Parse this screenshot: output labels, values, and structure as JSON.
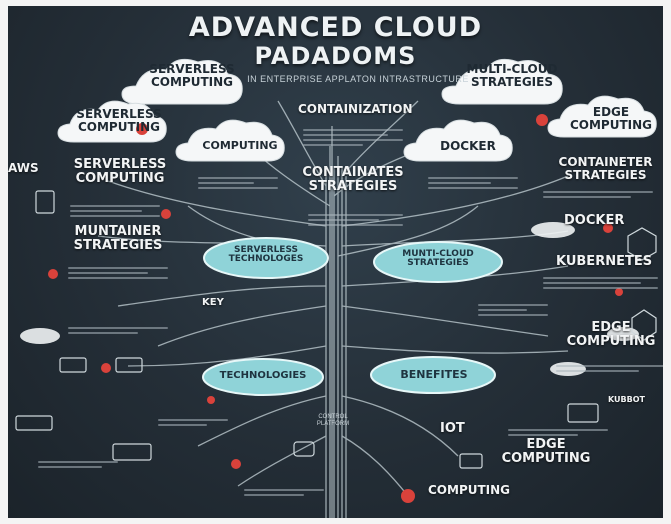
{
  "title": {
    "line1": "ADVANCED CLOUD",
    "line2": "PADADOMS"
  },
  "subtitle": "IN ENTERPRISE APPLATON INTRASTRUCTURE",
  "clouds": {
    "top_left": "SERVERLESS\nCOMPUTING",
    "top_right": "MULTI-CLOUD\nSTRATEGIES",
    "left_2": "SERVERLESS\nCOMPUTING",
    "center_left": "COMPUTING",
    "center_right": "DOCKER",
    "right_2": "EDGE\nCOMPUTING"
  },
  "labels": {
    "aws": "AWS",
    "containerization": "CONTAINIZATION",
    "serverless_left": "SERVERLESS\nCOMPUTING",
    "containates": "CONTAINATES\nSTRATEGIES",
    "containeter": "CONTAINETER\nSTRATEGIES",
    "muntainer": "MUNTAINER\nSTRATEGIES",
    "docker_right": "DOCKER",
    "kubernetes": "KUBERNETES",
    "key": "KEY",
    "edge_right": "EDGE\nCOMPUTING",
    "iot": "IOT",
    "edge_bottom": "EDGE\nCOMPUTING",
    "computing_bottom": "COMPUTING",
    "kubbot": "KUBBOT",
    "trunk": "CONTROL\nPLATFORM"
  },
  "nodes": {
    "serverless_tech": "SERVERLESS\nTECHNOLOGES",
    "multi_strategies": "MUNTI-CLOUD\nSTRATEGIES",
    "tech": "TECHNOLOGIES",
    "benefits": "BENEFITES"
  },
  "colors": {
    "background": "#242e37",
    "node": "#8fd3d8",
    "accent": "#d9423b",
    "cloud": "#f5f7f8"
  }
}
